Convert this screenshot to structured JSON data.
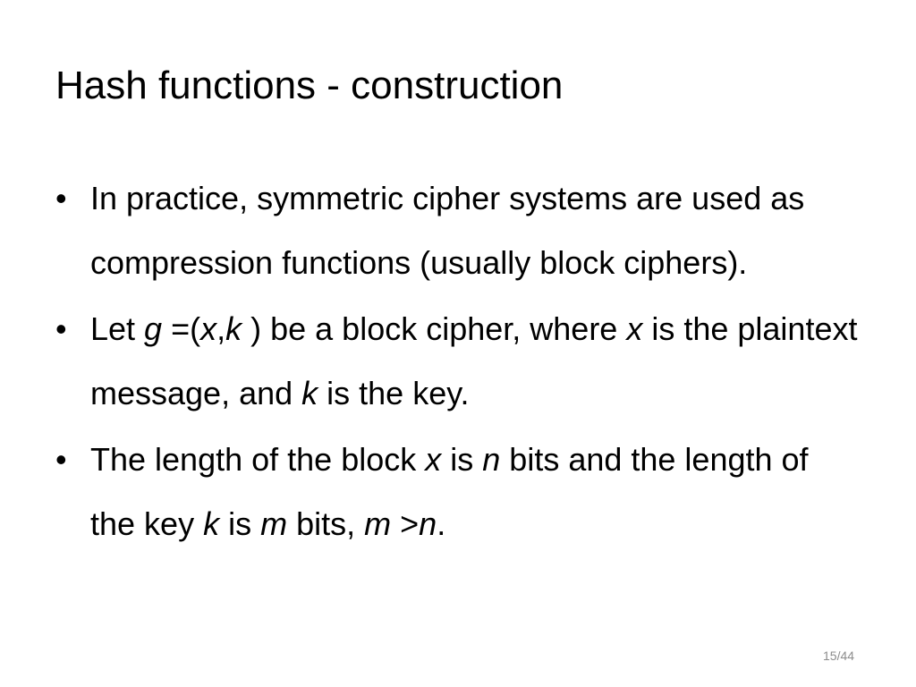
{
  "slide": {
    "title": "Hash functions - construction",
    "page_number": "15/44",
    "bullets": [
      {
        "segments": [
          {
            "t": "In practice, symmetric cipher systems are used as compression functions (usually block ciphers).",
            "i": false
          }
        ]
      },
      {
        "segments": [
          {
            "t": "Let ",
            "i": false
          },
          {
            "t": "g",
            "i": true
          },
          {
            "t": " =(",
            "i": false
          },
          {
            "t": "x",
            "i": true
          },
          {
            "t": ",",
            "i": false
          },
          {
            "t": "k",
            "i": true
          },
          {
            "t": " ) be a block cipher, where ",
            "i": false
          },
          {
            "t": "x",
            "i": true
          },
          {
            "t": " is the plaintext message, and ",
            "i": false
          },
          {
            "t": "k",
            "i": true
          },
          {
            "t": " is the key.",
            "i": false
          }
        ]
      },
      {
        "segments": [
          {
            "t": "The length of the block ",
            "i": false
          },
          {
            "t": "x",
            "i": true
          },
          {
            "t": " is ",
            "i": false
          },
          {
            "t": "n",
            "i": true
          },
          {
            "t": " bits and the length of the key ",
            "i": false
          },
          {
            "t": "k",
            "i": true
          },
          {
            "t": " is ",
            "i": false
          },
          {
            "t": "m",
            "i": true
          },
          {
            "t": " bits, ",
            "i": false
          },
          {
            "t": "m",
            "i": true
          },
          {
            "t": " >",
            "i": false
          },
          {
            "t": "n",
            "i": true
          },
          {
            "t": ".",
            "i": false
          }
        ]
      }
    ]
  }
}
